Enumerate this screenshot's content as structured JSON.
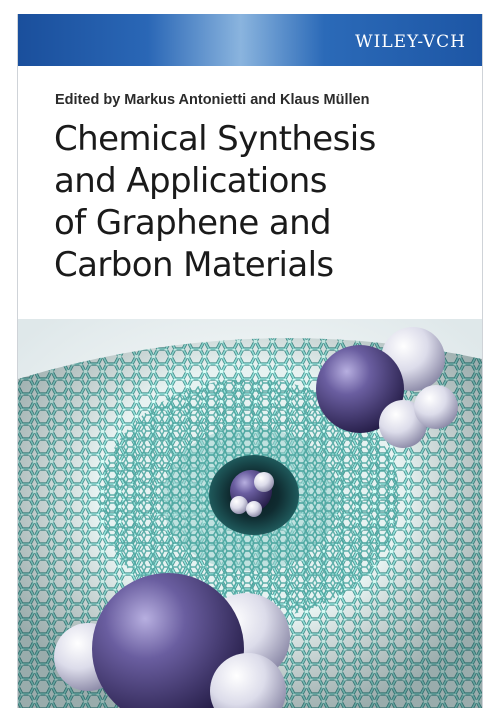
{
  "publisher": "WILEY-VCH",
  "editors": "Edited by Markus Antonietti and Klaus Müllen",
  "title_lines": [
    "Chemical Synthesis",
    "and Applications",
    "of Graphene and",
    "Carbon Materials"
  ],
  "colors": {
    "brand_blue": "#1d56a5",
    "tube_teal": "#5fb8b0",
    "molecule_purple": "#4a3f78"
  }
}
